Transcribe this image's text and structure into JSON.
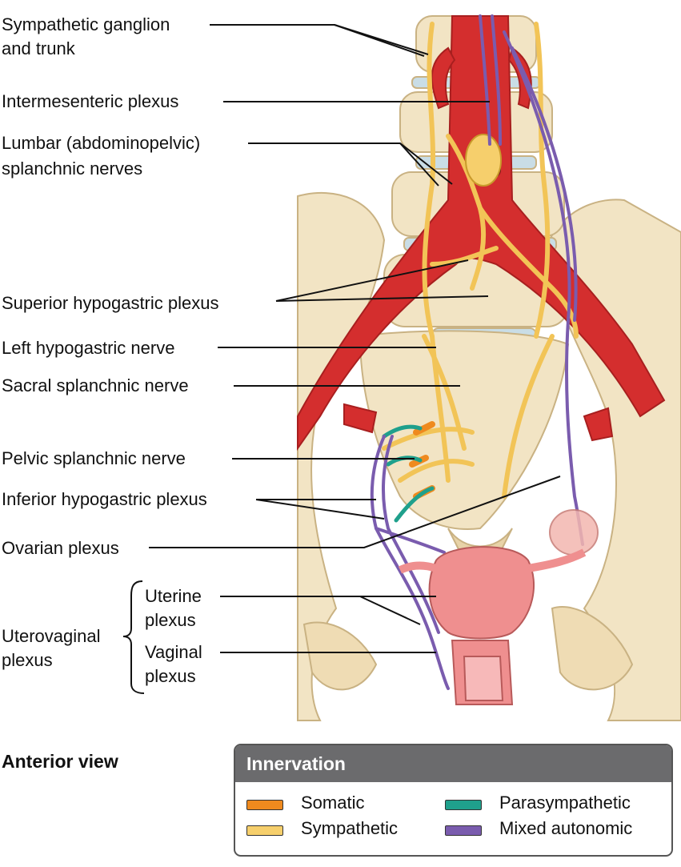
{
  "labels": {
    "sympathetic_ganglion": "Sympathetic ganglion",
    "sympathetic_trunk": "and trunk",
    "intermesenteric": "Intermesenteric plexus",
    "lumbar_1": "Lumbar (abdominopelvic)",
    "lumbar_2": "splanchnic nerves",
    "superior_hypogastric": "Superior hypogastric plexus",
    "left_hypogastric": "Left hypogastric nerve",
    "sacral_splanchnic": "Sacral splanchnic nerve",
    "pelvic_splanchnic": "Pelvic splanchnic nerve",
    "inferior_hypogastric": "Inferior hypogastric plexus",
    "ovarian": "Ovarian plexus",
    "uterine_1": "Uterine",
    "uterine_2": "plexus",
    "vaginal_1": "Vaginal",
    "vaginal_2": "plexus",
    "uterovaginal_1": "Uterovaginal",
    "uterovaginal_2": "plexus"
  },
  "view": "Anterior view",
  "legend": {
    "title": "Innervation",
    "items": [
      {
        "label": "Somatic",
        "color": "#ef8a1e"
      },
      {
        "label": "Sympathetic",
        "color": "#f6cf6c"
      },
      {
        "label": "Parasympathetic",
        "color": "#1fa08c"
      },
      {
        "label": "Mixed autonomic",
        "color": "#7a5cae"
      }
    ]
  },
  "colors": {
    "bone": "#f2e4c4",
    "bone_shade": "#d9c49c",
    "artery": "#d42e2e",
    "artery_dark": "#a81f1f",
    "disc": "#c9dde6",
    "uterus": "#ef8f8f",
    "ovary": "#f3b7b0"
  }
}
